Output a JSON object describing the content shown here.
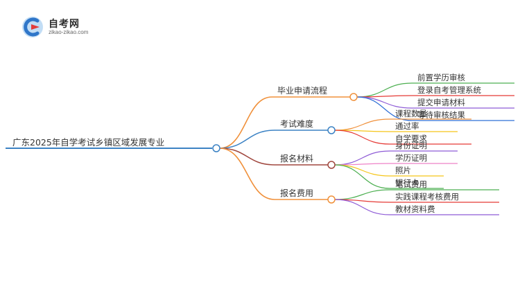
{
  "logo": {
    "title": "自考网",
    "subtitle": "zikao-zikao.com",
    "colors": {
      "blue": "#2f76c9",
      "red": "#e23b3b",
      "light": "#8fc1ec"
    }
  },
  "mindmap": {
    "root": {
      "label": "广东2025年自学考试乡镇区域发展专业",
      "color": "#3b82c4"
    },
    "branches": [
      {
        "label": "毕业申请流程",
        "color": "#f0903a",
        "children": [
          {
            "label": "前置学历审核",
            "color": "#4caf50"
          },
          {
            "label": "登录自考管理系统",
            "color": "#e53935"
          },
          {
            "label": "提交申请材料",
            "color": "#8e5bd6"
          },
          {
            "label": "等待审核结果",
            "color": "#2f6fd6"
          }
        ]
      },
      {
        "label": "考试难度",
        "color": "#3b82c4",
        "children": [
          {
            "label": "课程数量",
            "color": "#f0903a"
          },
          {
            "label": "通过率",
            "color": "#f5c518"
          },
          {
            "label": "自学要求",
            "color": "#e53935"
          }
        ]
      },
      {
        "label": "报名材料",
        "color": "#a0473e",
        "children": [
          {
            "label": "身份证明",
            "color": "#8e5bd6"
          },
          {
            "label": "学历证明",
            "color": "#ee82c8"
          },
          {
            "label": "照片",
            "color": "#f5c518"
          },
          {
            "label": "银行卡",
            "color": "#4caf50"
          }
        ]
      },
      {
        "label": "报名费用",
        "color": "#f0903a",
        "children": [
          {
            "label": "笔试费用",
            "color": "#4caf50"
          },
          {
            "label": "实践课程考核费用",
            "color": "#e53935"
          },
          {
            "label": "教材资料费",
            "color": "#8e5bd6"
          }
        ]
      }
    ]
  }
}
